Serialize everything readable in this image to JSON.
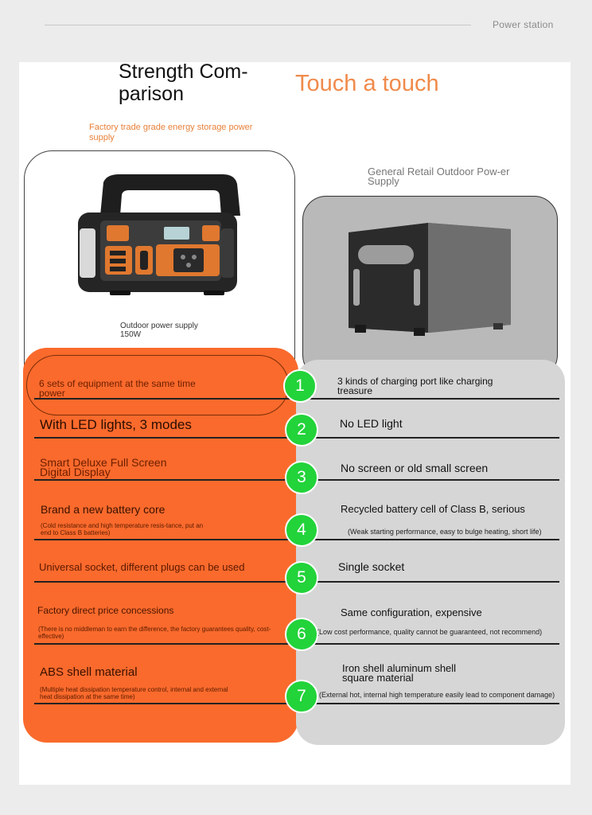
{
  "header": {
    "label": "Power station"
  },
  "title": "Strength Com-\nparison",
  "slogan": "Touch a touch",
  "left_subtitle": "Factory trade grade energy storage power supply",
  "right_subtitle": "General Retail Outdoor Pow-er Supply",
  "product_caption": "Outdoor power supply 150W",
  "colors": {
    "accent_orange": "#fa6a2c",
    "badge_green": "#22d33a",
    "panel_gray": "#d6d6d6"
  },
  "rows": [
    {
      "number": "1",
      "left": "6 sets of equipment at the same time power",
      "right": "3 kinds of charging port like charging treasure"
    },
    {
      "number": "2",
      "left": "With LED lights, 3 modes",
      "right": "No LED light"
    },
    {
      "number": "3",
      "left": "Smart Deluxe Full Screen Digital Display",
      "right": "No screen or old small screen"
    },
    {
      "number": "4",
      "left": "Brand a new battery core",
      "left_note": "(Cold resistance and high temperature resis-tance, put an end to Class B batteries)",
      "right": "Recycled battery cell of Class B, serious",
      "right_note": "(Weak starting performance, easy to bulge heating, short life)"
    },
    {
      "number": "5",
      "left": "Universal socket, different plugs can be used",
      "right": "Single socket"
    },
    {
      "number": "6",
      "left": "Factory direct price concessions",
      "left_note": "(There is no middleman to earn the difference, the factory guarantees quality, cost-effective)",
      "right": "Same configuration, expensive",
      "right_note": "(Low cost performance, quality cannot be guaranteed, not recommend)"
    },
    {
      "number": "7",
      "left": "ABS shell material",
      "left_note": "(Multiple heat dissipation temperature control, internal and external heat dissipation at the same time)",
      "right": "Iron shell aluminum shell square material",
      "right_note": "(External hot, internal high temperature easily lead to component damage)"
    }
  ]
}
